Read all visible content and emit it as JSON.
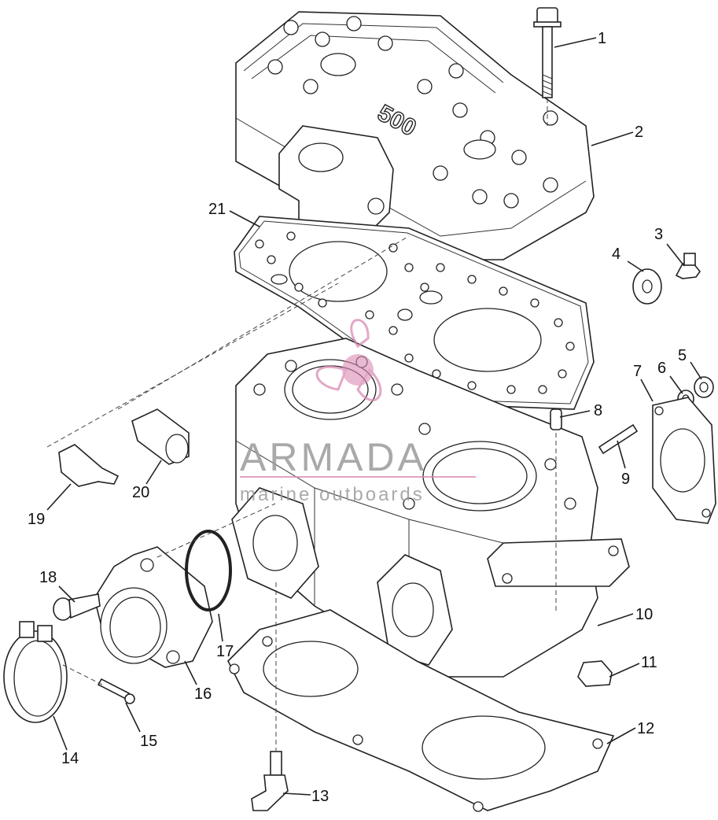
{
  "diagram": {
    "engine_stamp": "500",
    "callouts": [
      {
        "id": "1",
        "label": "1"
      },
      {
        "id": "2",
        "label": "2"
      },
      {
        "id": "3",
        "label": "3"
      },
      {
        "id": "4",
        "label": "4"
      },
      {
        "id": "5",
        "label": "5"
      },
      {
        "id": "6",
        "label": "6"
      },
      {
        "id": "7",
        "label": "7"
      },
      {
        "id": "8",
        "label": "8"
      },
      {
        "id": "9",
        "label": "9"
      },
      {
        "id": "10",
        "label": "10"
      },
      {
        "id": "11",
        "label": "11"
      },
      {
        "id": "12",
        "label": "12"
      },
      {
        "id": "13",
        "label": "13"
      },
      {
        "id": "14",
        "label": "14"
      },
      {
        "id": "15",
        "label": "15"
      },
      {
        "id": "16",
        "label": "16"
      },
      {
        "id": "17",
        "label": "17"
      },
      {
        "id": "18",
        "label": "18"
      },
      {
        "id": "19",
        "label": "19"
      },
      {
        "id": "20",
        "label": "20"
      },
      {
        "id": "21",
        "label": "21"
      }
    ]
  },
  "watermark": {
    "title": "ARMADA",
    "subtitle": "marine outboards",
    "logo_color": "#d98bb4"
  }
}
